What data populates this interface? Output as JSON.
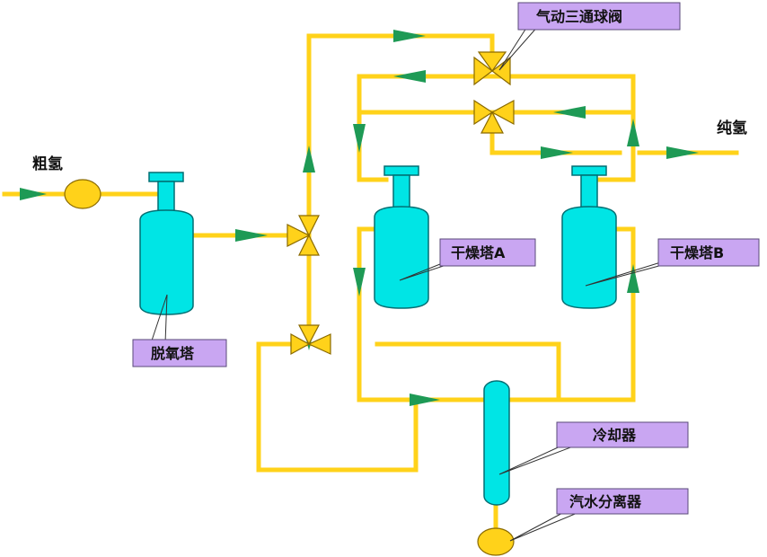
{
  "labels": {
    "crude_hydrogen": "粗氢",
    "pure_hydrogen": "纯氢",
    "deoxidizer": "脱氧塔",
    "valve": "气动三通球阀",
    "dryer_a": "干燥塔A",
    "dryer_b": "干燥塔B",
    "cooler": "冷却器",
    "separator": "汽水分离器"
  },
  "colors": {
    "pipe": "#FFD21A",
    "arrow": "#1E9A55",
    "vessel": "#00E5E5",
    "callout": "#C9A6F2"
  }
}
